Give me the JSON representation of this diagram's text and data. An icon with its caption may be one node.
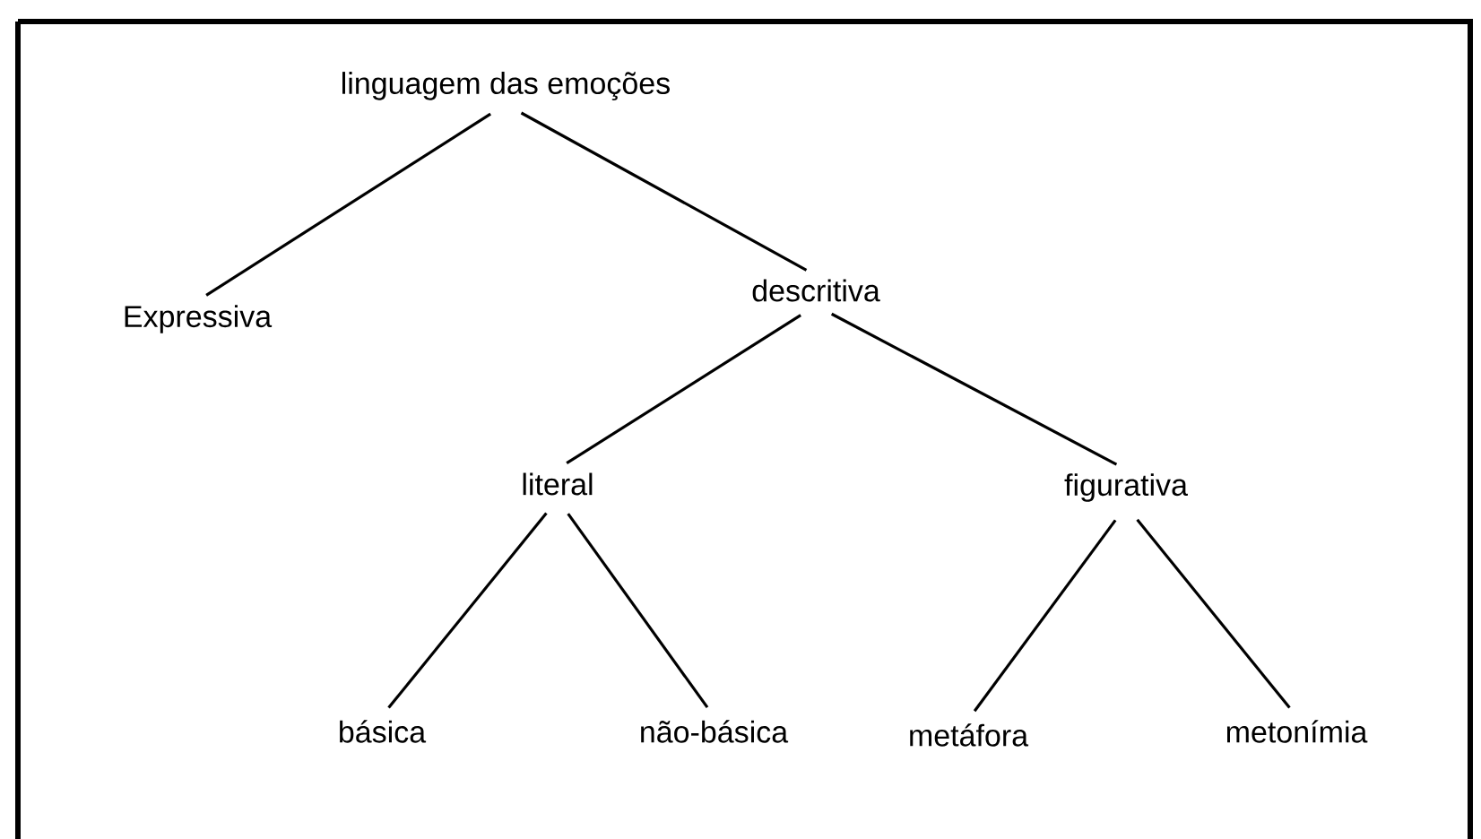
{
  "diagram": {
    "nodes": [
      {
        "text": [
          "linguagem das emoções"
        ]
      },
      {
        "text": [
          "Expressiva"
        ]
      },
      {
        "text": [
          "descritiva"
        ]
      },
      {
        "text": [
          "literal"
        ]
      },
      {
        "text": [
          "figurativa"
        ]
      },
      {
        "text": [
          "básica"
        ]
      },
      {
        "text": [
          "não-básica"
        ]
      },
      {
        "text": [
          "metáfora"
        ]
      },
      {
        "text": [
          "metonímia"
        ]
      }
    ],
    "edges": [
      {
        "from": 0,
        "to": 1,
        "arrow": "none"
      },
      {
        "from": 0,
        "to": 2,
        "arrow": "none"
      },
      {
        "from": 2,
        "to": 3,
        "arrow": "none"
      },
      {
        "from": 2,
        "to": 4,
        "arrow": "none"
      },
      {
        "from": 3,
        "to": 5,
        "arrow": "none"
      },
      {
        "from": 3,
        "to": 6,
        "arrow": "none"
      },
      {
        "from": 4,
        "to": 7,
        "arrow": "none"
      },
      {
        "from": 4,
        "to": 8,
        "arrow": "none"
      }
    ]
  }
}
